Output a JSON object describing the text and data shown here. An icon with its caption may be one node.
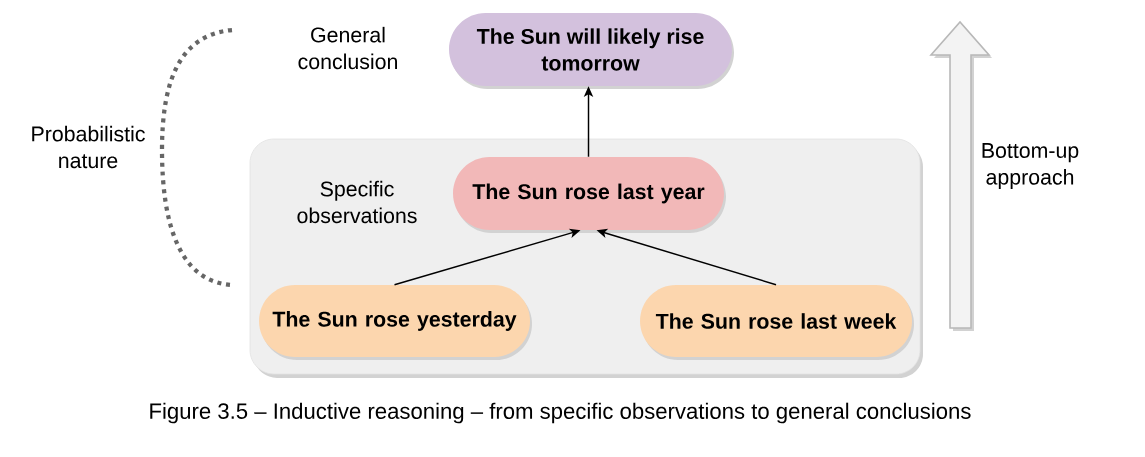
{
  "diagram": {
    "caption": "Figure 3.5 – Inductive reasoning – from specific observations to general conclusions",
    "nodes": [
      {
        "text": [
          "The Sun will likely rise tomorrow"
        ]
      },
      {
        "text": [
          "Specific observations"
        ]
      },
      {
        "text": [
          "The Sun rose last year"
        ],
        "in": 1
      },
      {
        "text": [
          "The Sun rose yesterday"
        ],
        "in": 1
      },
      {
        "text": [
          "The Sun rose last week"
        ],
        "in": 1
      }
    ],
    "edges": [
      {
        "from": 3,
        "to": 2,
        "arrow": "to"
      },
      {
        "from": 4,
        "to": 2,
        "arrow": "to"
      },
      {
        "from": 2,
        "to": 0,
        "arrow": "to"
      }
    ],
    "labels": [
      "General conclusion",
      "Probabilistic nature",
      "Bottom-up approach"
    ]
  }
}
